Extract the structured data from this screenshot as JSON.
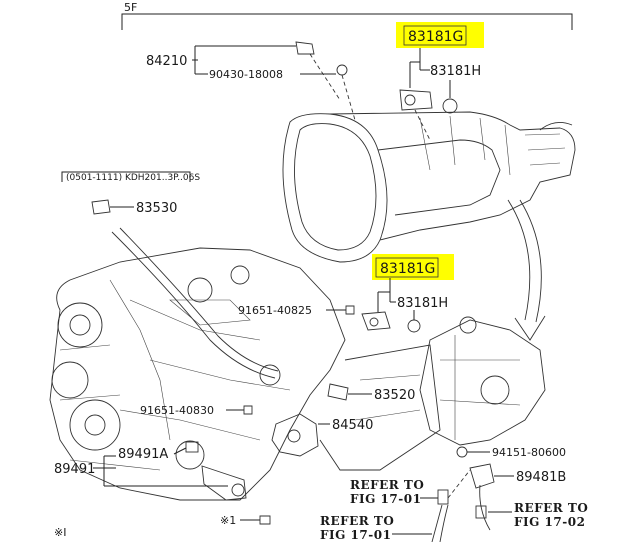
{
  "header": {
    "section_code": "5F"
  },
  "box_note": {
    "text": "(0501-1111) KDH201..3P..06S"
  },
  "footnote": {
    "mark": "※I"
  },
  "highlight_color": "#ffff00",
  "callouts": {
    "p84210": "84210",
    "p90430": "90430-18008",
    "p83181g_top": "83181G",
    "p83181h_top": "83181H",
    "p83530": "83530",
    "p83181g_mid": "83181G",
    "p83181h_mid": "83181H",
    "p91651_40825": "91651-40825",
    "p83520": "83520",
    "p91651_40830": "91651-40830",
    "p84540": "84540",
    "p89491a": "89491A",
    "p89491": "89491",
    "p94151": "94151-80600",
    "p89481b": "89481B",
    "p_star1": "※1"
  },
  "refs": [
    {
      "line1": "REFER TO",
      "line2": "FIG 17-01"
    },
    {
      "line1": "REFER TO",
      "line2": "FIG 17-01"
    },
    {
      "line1": "REFER TO",
      "line2": "FIG 17-02"
    }
  ]
}
